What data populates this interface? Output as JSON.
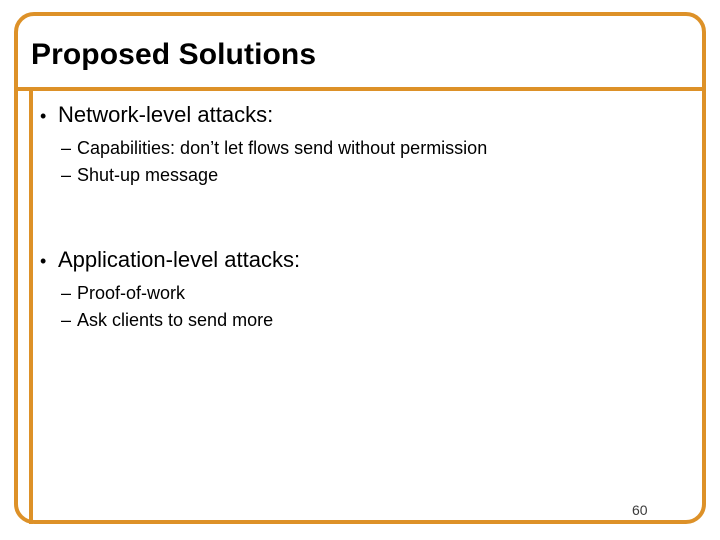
{
  "slide": {
    "title": "Proposed Solutions",
    "page_number": "60",
    "accent_color": "#DD9128",
    "text_color": "#000000",
    "background_color": "#FFFFFF",
    "bullet_marker": "•",
    "sub_bullet_marker": "–",
    "groups": [
      {
        "heading": "Network-level attacks:",
        "items": [
          "Capabilities: don’t let flows send without permission",
          "Shut-up message"
        ]
      },
      {
        "heading": "Application-level attacks:",
        "items": [
          "Proof-of-work",
          "Ask clients to send more"
        ]
      }
    ]
  }
}
